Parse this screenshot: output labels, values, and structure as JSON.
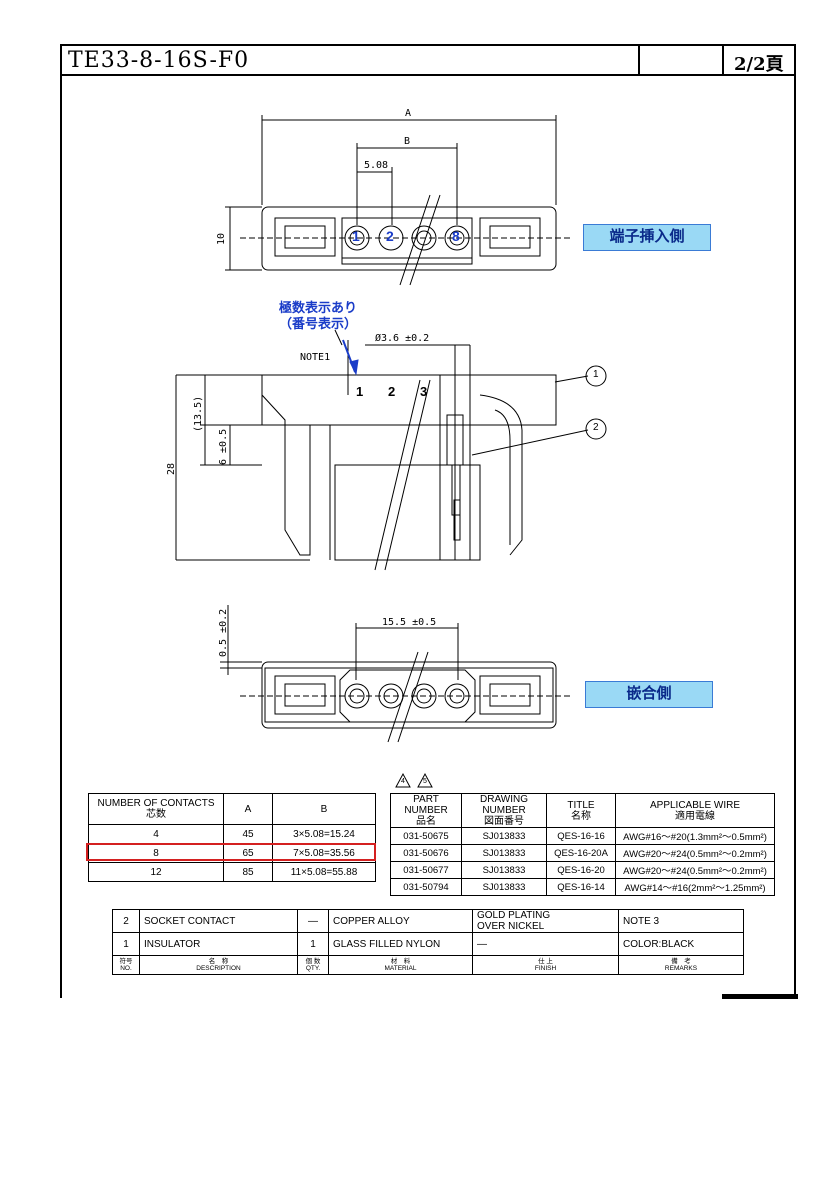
{
  "header": {
    "doc_number": "TE33-8-16S-F0",
    "page": "2/2頁"
  },
  "drawing": {
    "dims": {
      "a": "A",
      "b": "B",
      "pitch": "5.08",
      "height10": "10",
      "diameter": "Ø3.6 ±0.2",
      "h135": "(13.5)",
      "h6": "6 ±0.5",
      "h28": "28",
      "w155": "15.5 ±0.5",
      "t05": "0.5 ±0.2"
    },
    "pins": [
      "1",
      "2",
      "8"
    ],
    "section_numbers": [
      "1",
      "2",
      "3"
    ],
    "note1": "NOTE1",
    "callouts": [
      "1",
      "2"
    ],
    "insert_side_label": "端子挿入側",
    "mating_side_label": "嵌合側",
    "pole_note_line1": "極数表示あり",
    "pole_note_line2": "（番号表示）",
    "warning_marks": [
      "4",
      "5"
    ]
  },
  "contacts_table": {
    "headers": [
      "NUMBER OF CONTACTS",
      "芯数",
      "A",
      "B"
    ],
    "rows": [
      [
        "4",
        "45",
        "3×5.08=15.24"
      ],
      [
        "8",
        "65",
        "7×5.08=35.56"
      ],
      [
        "12",
        "85",
        "11×5.08=55.88"
      ]
    ],
    "highlight_row": 1,
    "highlight_color": "#d42020"
  },
  "parts_table": {
    "headers": [
      [
        "PART NUMBER",
        "品名"
      ],
      [
        "DRAWING NUMBER",
        "図面番号"
      ],
      [
        "TITLE",
        "名称"
      ],
      [
        "APPLICABLE WIRE",
        "適用電線"
      ]
    ],
    "rows": [
      [
        "031-50675",
        "SJ013833",
        "QES-16-16",
        "AWG#16～#20(1.3mm²～0.5mm²)"
      ],
      [
        "031-50676",
        "SJ013833",
        "QES-16-20A",
        "AWG#20～#24(0.5mm²～0.2mm²)"
      ],
      [
        "031-50677",
        "SJ013833",
        "QES-16-20",
        "AWG#20～#24(0.5mm²～0.2mm²)"
      ],
      [
        "031-50794",
        "SJ013833",
        "QES-16-14",
        "AWG#14～#16(2mm²～1.25mm²)"
      ]
    ]
  },
  "bom_table": {
    "rows": [
      [
        "2",
        "SOCKET CONTACT",
        "—",
        "COPPER ALLOY",
        "GOLD PLATING\nOVER NICKEL",
        "NOTE 3"
      ],
      [
        "1",
        "INSULATOR",
        "1",
        "GLASS FILLED NYLON",
        "—",
        "COLOR:BLACK"
      ]
    ],
    "header": [
      [
        "符号",
        "NO."
      ],
      [
        "名　称",
        "DESCRIPTION"
      ],
      [
        "個 数",
        "QTY."
      ],
      [
        "材　料",
        "MATERIAL"
      ],
      [
        "仕 上",
        "FINISH"
      ],
      [
        "備　考",
        "REMARKS"
      ]
    ]
  },
  "colors": {
    "label_fill": "#9ad9f5",
    "label_border": "#3a7bd5",
    "note_blue": "#1a3cc8"
  }
}
